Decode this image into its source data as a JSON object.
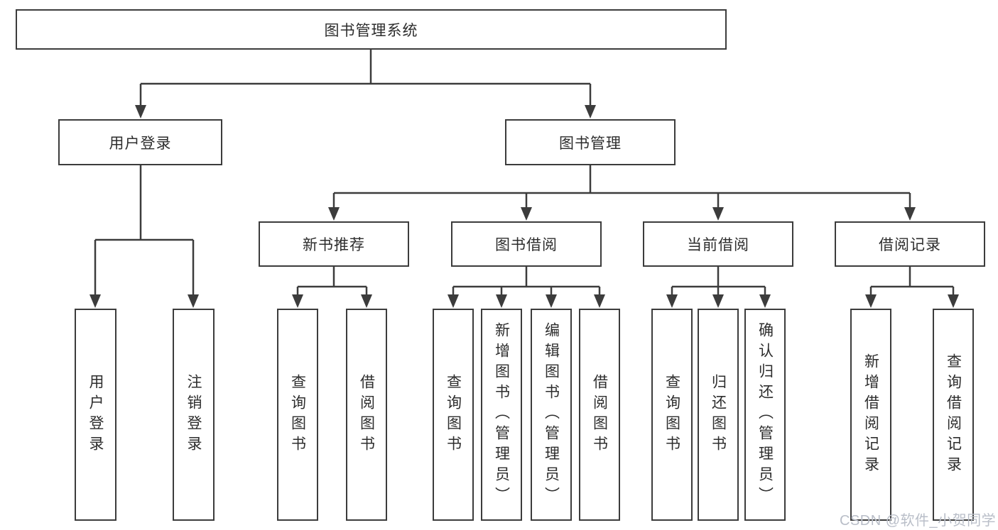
{
  "diagram": {
    "root": {
      "label": "图书管理系统"
    },
    "branches": [
      {
        "label": "用户登录",
        "children": [
          {
            "label": "用户登录"
          },
          {
            "label": "注销登录"
          }
        ]
      },
      {
        "label": "图书管理",
        "children": [
          {
            "label": "新书推荐",
            "children": [
              {
                "label": "查询图书"
              },
              {
                "label": "借阅图书"
              }
            ]
          },
          {
            "label": "图书借阅",
            "children": [
              {
                "label": "查询图书"
              },
              {
                "label": "新增图书（管理员）"
              },
              {
                "label": "编辑图书（管理员）"
              },
              {
                "label": "借阅图书"
              }
            ]
          },
          {
            "label": "当前借阅",
            "children": [
              {
                "label": "查询图书"
              },
              {
                "label": "归还图书"
              },
              {
                "label": "确认归还（管理员）"
              }
            ]
          },
          {
            "label": "借阅记录",
            "children": [
              {
                "label": "新增借阅记录"
              },
              {
                "label": "查询借阅记录"
              }
            ]
          }
        ]
      }
    ]
  },
  "watermark": {
    "text": "CSDN @软件_小贺同学"
  },
  "colors": {
    "line": "#3c3c3c",
    "box_border": "#3c3c3c",
    "text": "#2d2d2d",
    "watermark": "#b9bec8",
    "background": "#ffffff"
  }
}
